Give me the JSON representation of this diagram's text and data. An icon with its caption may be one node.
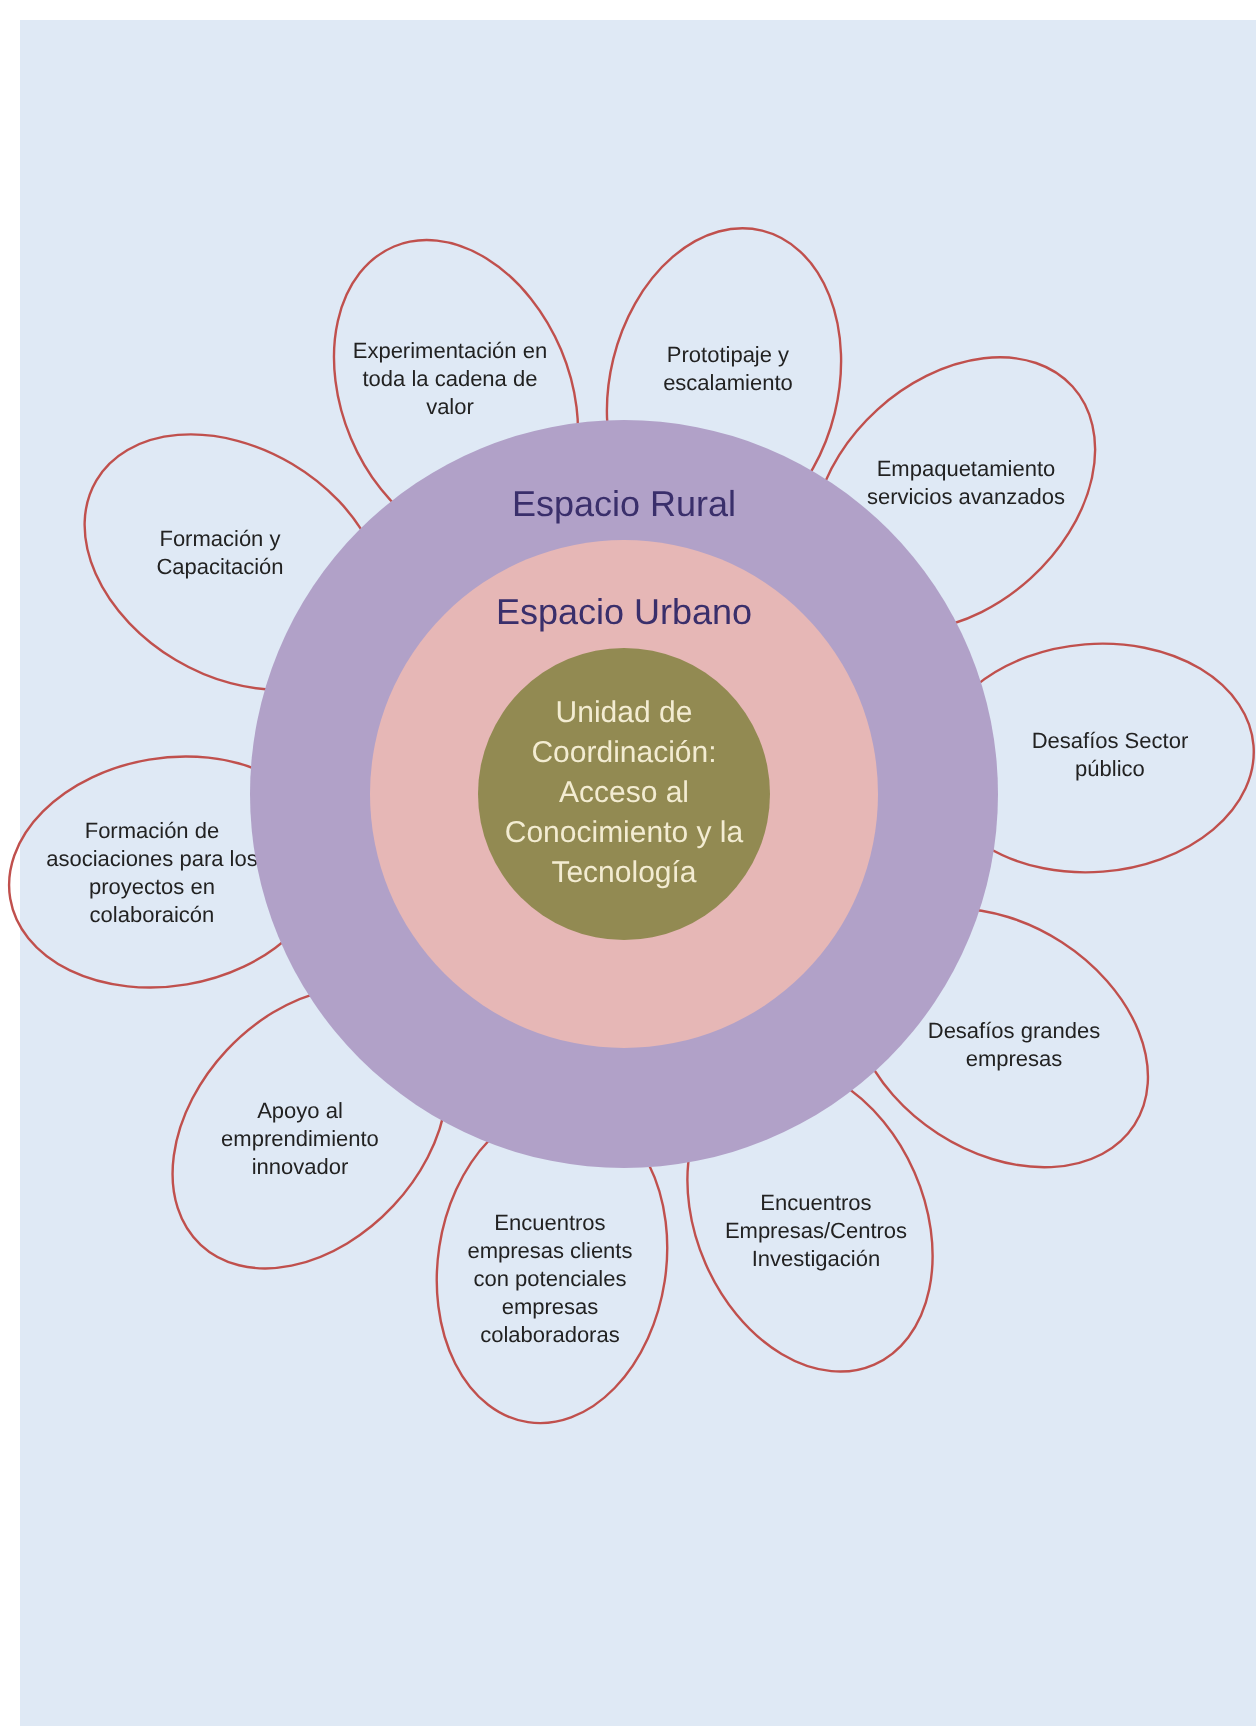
{
  "diagram": {
    "nodes": [
      {
        "text": [
          "Espacio Rural"
        ]
      },
      {
        "text": [
          "Espacio Urbano"
        ],
        "in": 0
      },
      {
        "text": [
          "Unidad de Coordinación: Acceso al Conocimiento y la Tecnología"
        ],
        "in": 1
      },
      {
        "text": [
          "Experimentación en toda la cadena de valor"
        ]
      },
      {
        "text": [
          "Prototipaje y escalamiento"
        ]
      },
      {
        "text": [
          "Empaquetamiento servicios avanzados"
        ]
      },
      {
        "text": [
          "Formación y Capacitación"
        ]
      },
      {
        "text": [
          "Desafíos Sector público"
        ]
      },
      {
        "text": [
          "Formación de asociaciones para los proyectos en colaboraicón"
        ]
      },
      {
        "text": [
          "Desafíos grandes empresas"
        ]
      },
      {
        "text": [
          "Apoyo al emprendimiento innovador"
        ]
      },
      {
        "text": [
          "Encuentros empresas clients con potenciales empresas colaboradoras"
        ]
      },
      {
        "text": [
          "Encuentros Empresas/Centros Investigación"
        ]
      }
    ]
  }
}
